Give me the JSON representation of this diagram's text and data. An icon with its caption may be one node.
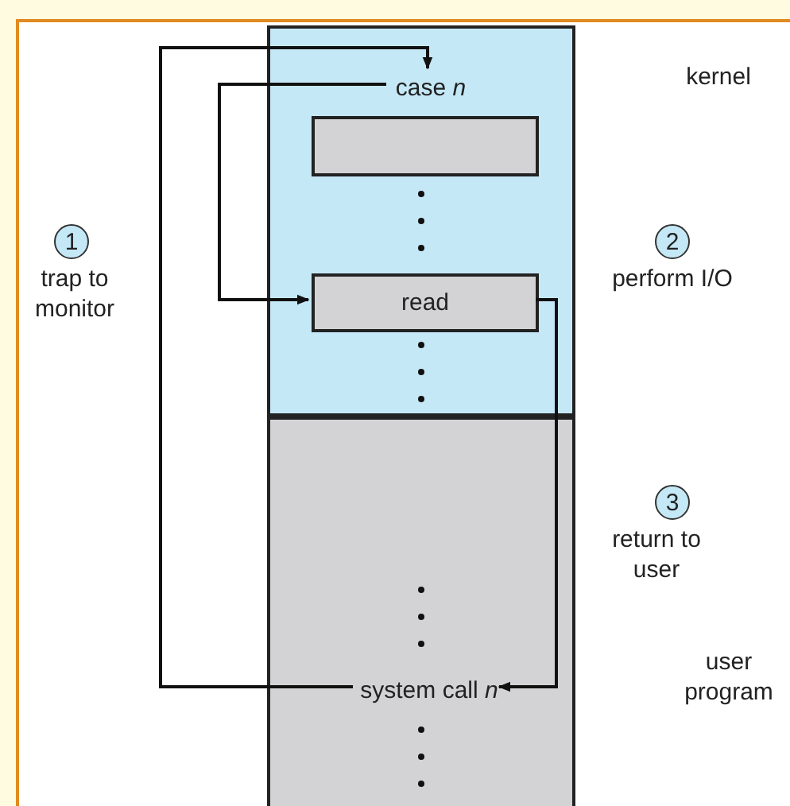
{
  "diagram": {
    "nodes": [
      {
        "text": [
          "kernel"
        ]
      },
      {
        "text": [
          "case *n*"
        ],
        "in": 0
      },
      {
        "text": [],
        "shape": "box",
        "in": 0
      },
      {
        "text": [
          "read"
        ],
        "in": 0
      },
      {
        "text": [
          "user program"
        ]
      },
      {
        "text": [
          "system call *n*"
        ],
        "in": 4
      },
      {
        "text": [
          "1"
        ],
        "beside": [
          "trap to monitor"
        ]
      },
      {
        "text": [
          "2"
        ],
        "beside": [
          "perform I/O"
        ]
      },
      {
        "text": [
          "3"
        ],
        "beside": [
          "return to user"
        ]
      }
    ],
    "edges": [
      {
        "from": 5,
        "to": 1,
        "arrow": "to"
      },
      {
        "from": 1,
        "to": 3,
        "arrow": "to"
      },
      {
        "from": 3,
        "to": 5,
        "arrow": "to"
      }
    ]
  }
}
